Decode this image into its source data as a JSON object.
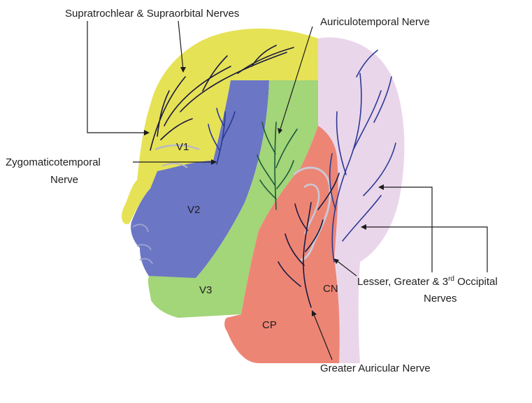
{
  "labels": {
    "supraorbital": "Supratrochlear & Supraorbital Nerves",
    "auriculotemporal": "Auriculotemporal Nerve",
    "zygomatic_line1": "Zygomaticotemporal",
    "zygomatic_line2": "Nerve",
    "occipital_line1_a": "Lesser, Greater & 3",
    "occipital_sup": "rd",
    "occipital_line1_b": " Occipital",
    "occipital_line2": "Nerves",
    "greater_auricular": "Greater Auricular Nerve"
  },
  "regions": {
    "v1": "V1",
    "v2": "V2",
    "v3": "V3",
    "cp": "CP",
    "cn": "CN"
  },
  "colors": {
    "v1": "#e6e255",
    "v2": "#6b76c4",
    "v3": "#a3d579",
    "cp": "#ed8575",
    "cn": "#ead6ea",
    "nerve_dark": "#1a1a40",
    "nerve_green": "#1c5a3c",
    "nerve_blue": "#2a3a96"
  }
}
